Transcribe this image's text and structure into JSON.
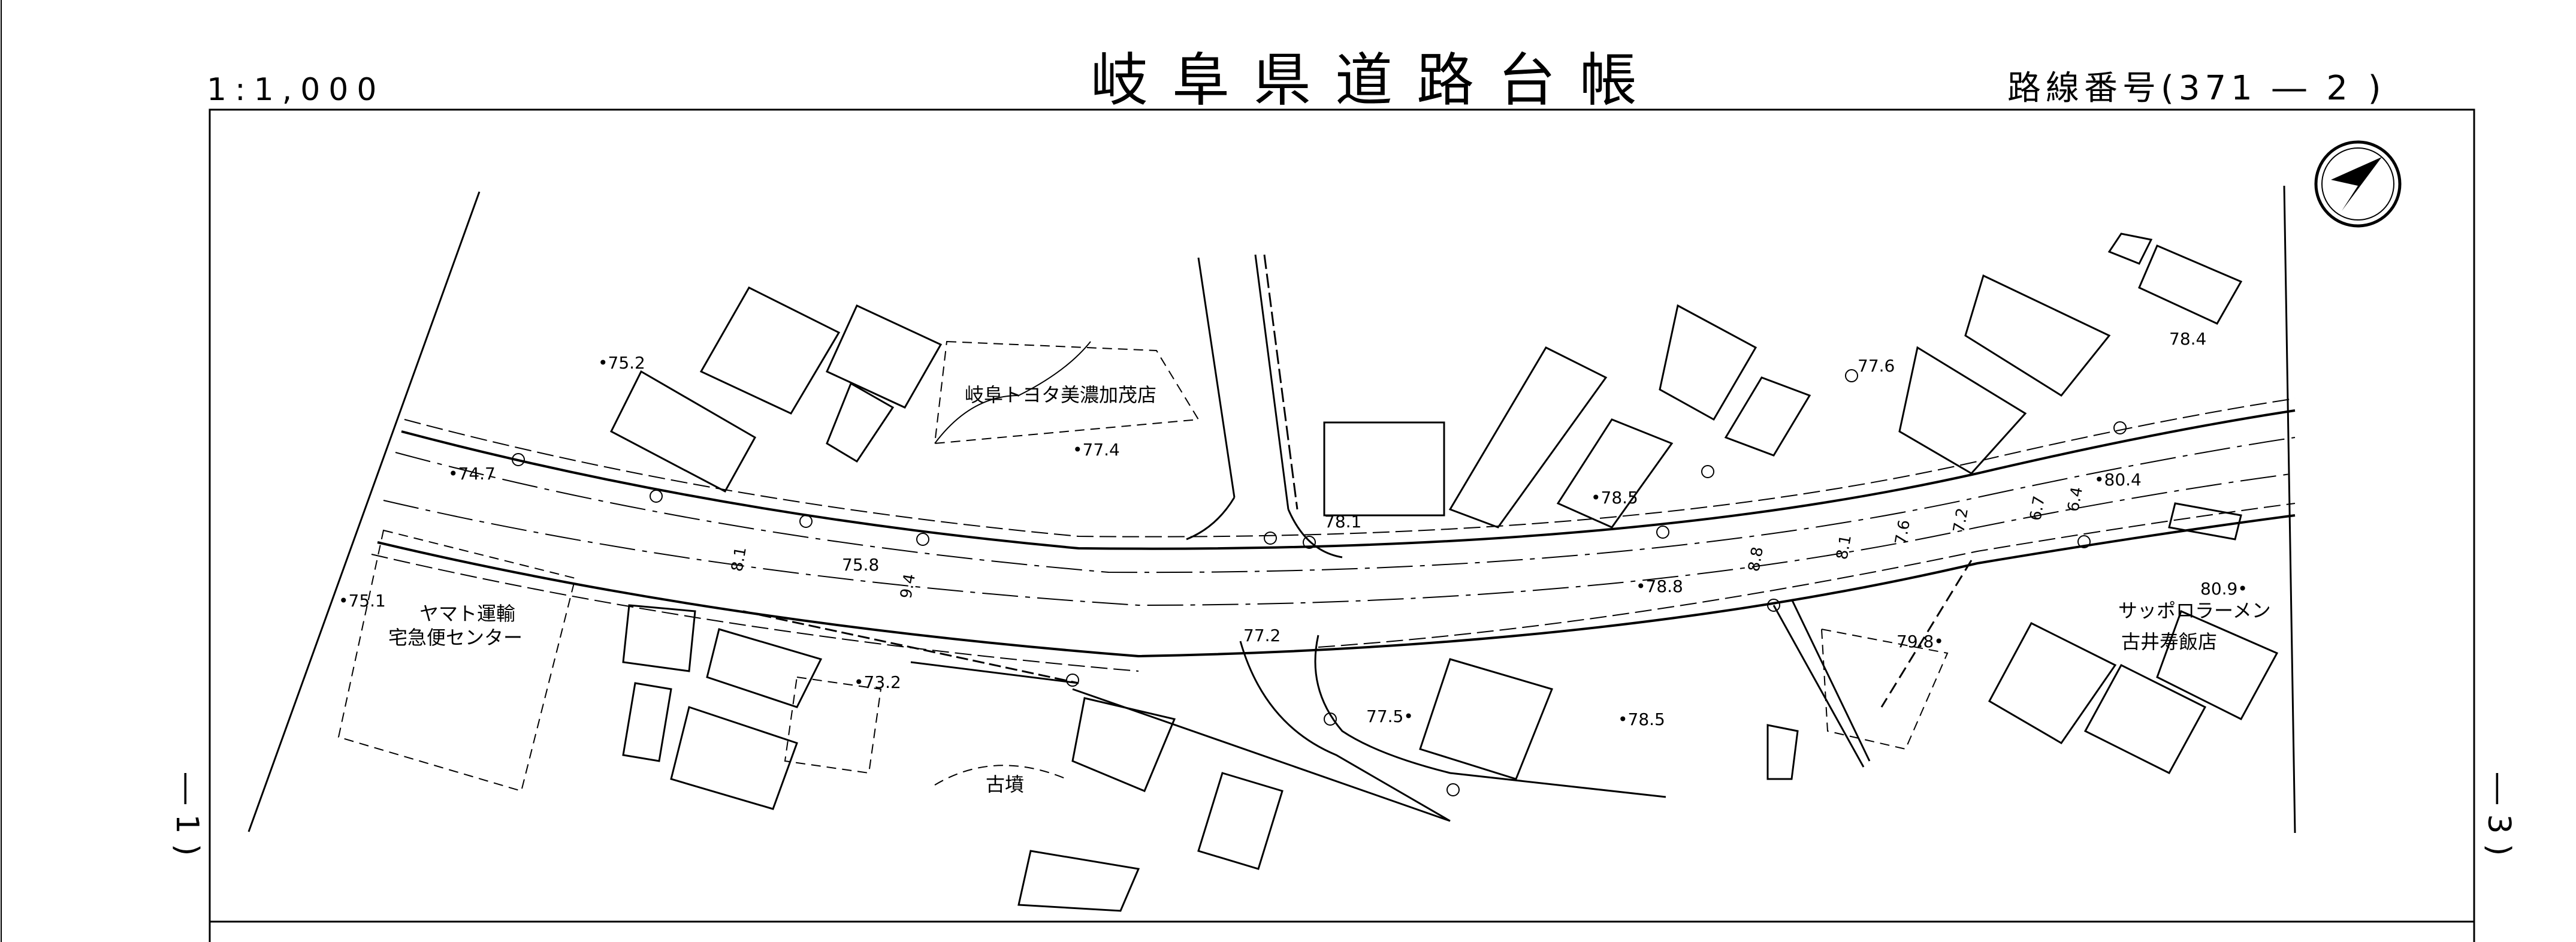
{
  "sheet": {
    "title": "岐阜県道路台帳",
    "scale": "1:1,000",
    "route_label": "路線番号(371 ― 2 )",
    "left_sheet_ref": "― 1 )",
    "right_sheet_ref": "― 3 )"
  },
  "labels": {
    "dealer": "岐阜トヨタ美濃加茂店",
    "yamato_1": "ヤマト運輸",
    "yamato_2": "宅急便センター",
    "kofun": "古墳",
    "ramen_1": "サッポロラーメン",
    "ramen_2": "古井寿飯店"
  },
  "elevations": {
    "e752": "•75.2",
    "e747": "•74.7",
    "e751": "•75.1",
    "e774": "•77.4",
    "e758": "75.8",
    "e732": "•73.2",
    "e772": "77.2",
    "e781": "78.1",
    "e785a": "•78.5",
    "e788": "•78.8",
    "e775": "77.5•",
    "e785b": "•78.5",
    "e776": "77.6",
    "e784": "78.4",
    "e804": "•80.4",
    "e798": "79.8•",
    "e809": "80.9•"
  },
  "road_widths": {
    "w81a": "8.1",
    "w94": "9.4",
    "w88": "8.8",
    "w81b": "8.1",
    "w76": "7.6",
    "w72": "7.2",
    "w67": "6.7",
    "w64": "6.4"
  },
  "icons": {
    "north_arrow": "north-arrow-icon",
    "utility_pole": "utility-pole-symbol",
    "manhole": "manhole-symbol"
  }
}
